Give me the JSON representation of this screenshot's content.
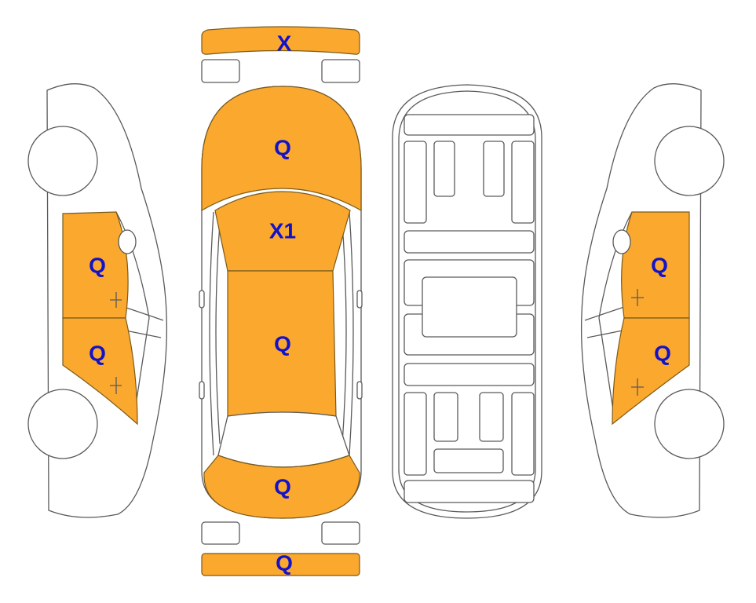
{
  "colors": {
    "damaged_fill": "#FBA82E",
    "label_color": "#1212C8",
    "outline": "#5a5a5a"
  },
  "front_bumper": {
    "code": "X"
  },
  "top_view": {
    "hood": {
      "code": "Q"
    },
    "windshield": {
      "code": "X1"
    },
    "roof": {
      "code": "Q"
    },
    "trunk": {
      "code": "Q"
    }
  },
  "rear_bumper": {
    "code": "Q"
  },
  "left_side": {
    "front_door": {
      "code": "Q"
    },
    "rear_door": {
      "code": "Q"
    }
  },
  "right_side": {
    "front_door": {
      "code": "Q"
    },
    "rear_door": {
      "code": "Q"
    }
  }
}
